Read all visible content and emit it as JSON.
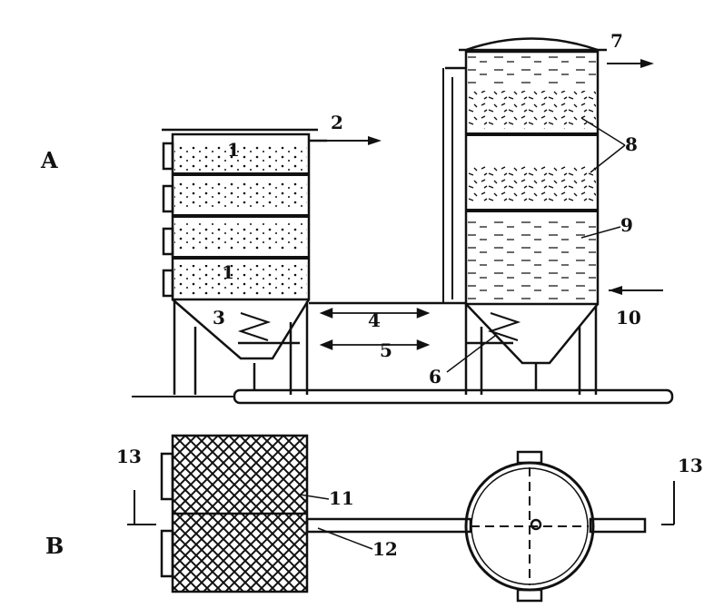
{
  "figure": {
    "view_labels": {
      "a": "A",
      "b": "B"
    },
    "part_labels": {
      "p1_top": "1",
      "p1_bottom": "1",
      "p2": "2",
      "p3": "3",
      "p4": "4",
      "p5": "5",
      "p6": "6",
      "p7": "7",
      "p8": "8",
      "p9": "9",
      "p10": "10",
      "p11": "11",
      "p12": "12",
      "p13_left": "13",
      "p13_right": "13"
    }
  }
}
